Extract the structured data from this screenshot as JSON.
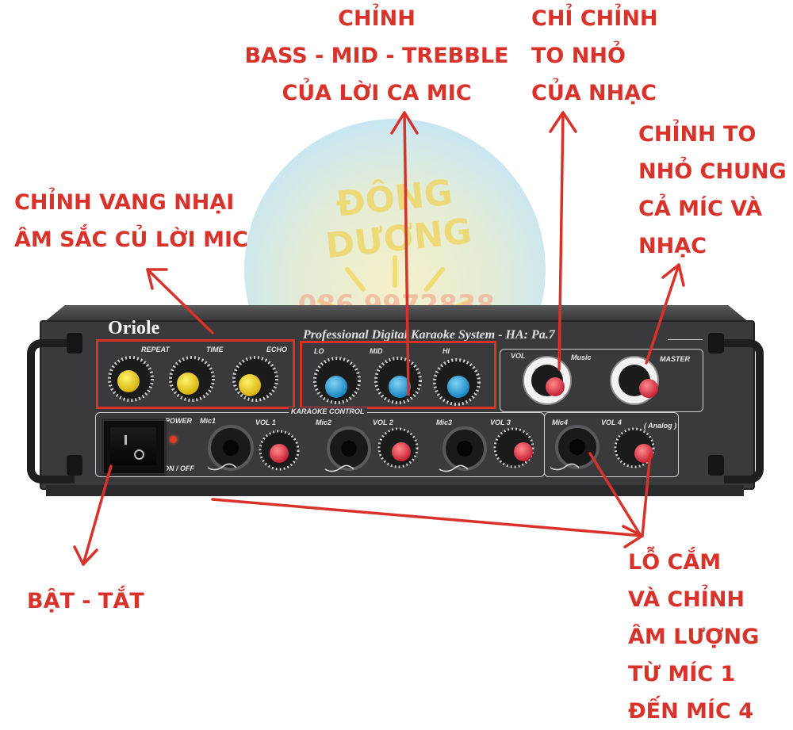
{
  "watermark": {
    "brand_text": "ĐÔNG DƯƠNG",
    "phone": "086 9972838"
  },
  "device": {
    "brand": "Oriole",
    "subtitle": "Professional Digital Karaoke System - HA: Pa.7",
    "controls": {
      "repeat": "REPEAT",
      "time": "TIME",
      "echo": "ECHO",
      "lo": "LO",
      "mid": "MID",
      "hi": "HI",
      "vol": "VOL",
      "music": "Music",
      "master": "MASTER",
      "karaoke_control": "KARAOKE CONTROL",
      "power": "POWER",
      "on_off": "ON / OFF",
      "mic1": "Mic1",
      "mic2": "Mic2",
      "mic3": "Mic3",
      "mic4": "Mic4",
      "vol1": "VOL 1",
      "vol2": "VOL 2",
      "vol3": "VOL 3",
      "vol4": "VOL 4",
      "analog": "( Analog )"
    }
  },
  "callouts": {
    "eq_mic": [
      "CHỈNH",
      "BASS - MID - TREBBLE",
      "CỦA LỜI CA MIC"
    ],
    "music_vol": [
      "CHỈ CHỈNH",
      "TO NHỎ",
      "CỦA NHẠC"
    ],
    "master_vol": [
      "CHỈNH TO",
      "NHỎ CHUNG",
      "CẢ MÍC VÀ",
      "NHẠC"
    ],
    "echo": [
      "CHỈNH VANG NHẠI",
      "ÂM SẮC CỦ LỜI MIC"
    ],
    "power": [
      "BẬT - TẮT"
    ],
    "mic_inputs": [
      "LỖ CẮM",
      "VÀ CHỈNH",
      "ÂM LƯỢNG",
      "TỪ MÍC 1",
      "ĐẾN MÍC 4"
    ]
  },
  "colors": {
    "annotation": "#d8322b",
    "panel": "#3a3a3c",
    "knob_yellow": "#f2d31c",
    "knob_blue": "#2aa1d8",
    "knob_red": "#e8384a"
  }
}
